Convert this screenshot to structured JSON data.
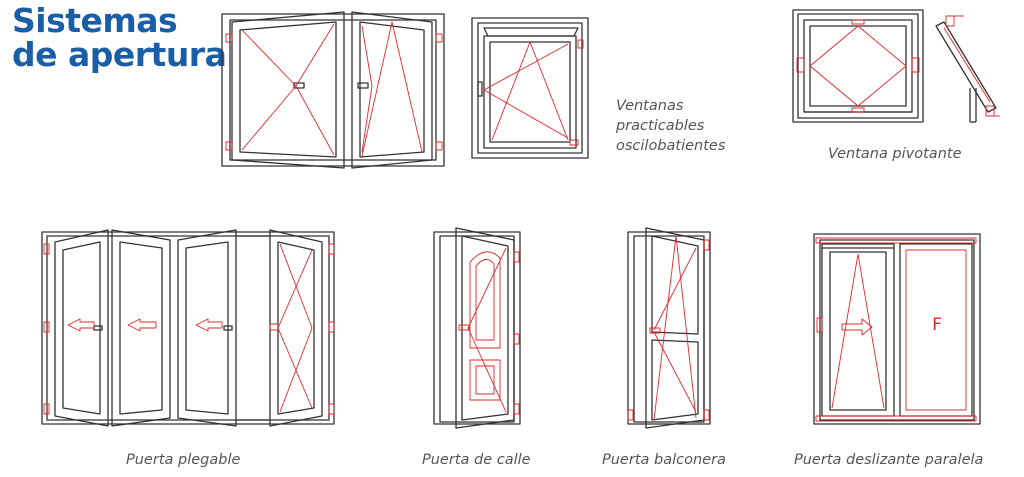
{
  "title": {
    "line1": "Sistemas",
    "line2": "de apertura"
  },
  "captions": {
    "ventanas": [
      "Ventanas",
      "practicables",
      "oscilobatientes"
    ],
    "pivotante": "Ventana pivotante",
    "plegable": "Puerta plegable",
    "calle": "Puerta de calle",
    "balconera": "Puerta balconera",
    "deslizante": "Puerta deslizante paralela"
  },
  "fixed_label": "F",
  "colors": {
    "title": "#1a5ea8",
    "frame": "#333333",
    "opening": "#e3262b",
    "caption": "#555555"
  }
}
